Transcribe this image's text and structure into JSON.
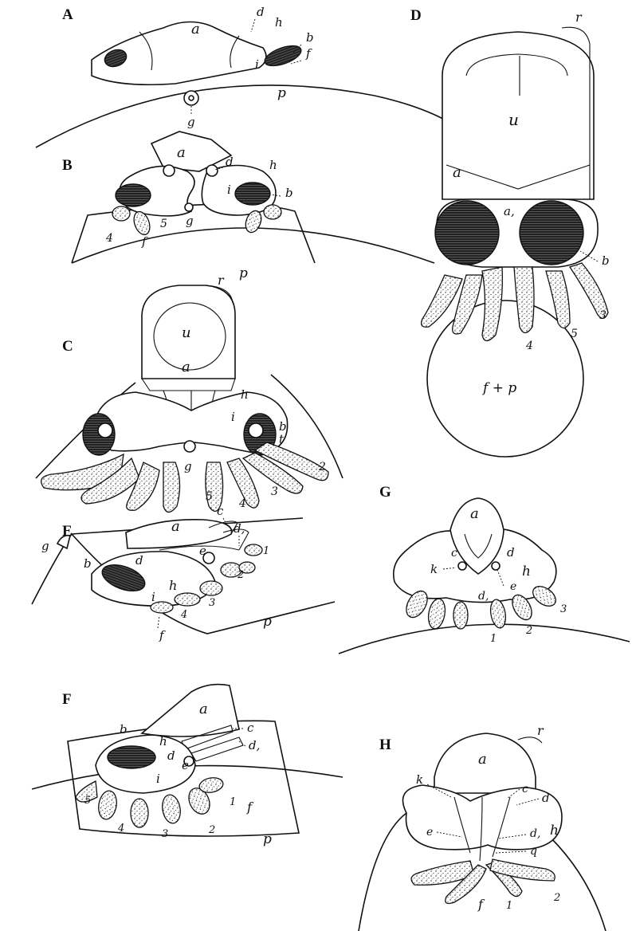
{
  "panels": {
    "A": {
      "title": "A",
      "labels": {
        "a": "a",
        "d": "d",
        "h": "h",
        "b": "b",
        "i": "i",
        "f": "f",
        "g": "g",
        "p": "p"
      }
    },
    "B": {
      "title": "B",
      "labels": {
        "a": "a",
        "d": "d",
        "h": "h",
        "b": "b",
        "i": "i",
        "g": "g",
        "f": "f",
        "p": "p",
        "n4": "4",
        "n5": "5"
      }
    },
    "C": {
      "title": "C",
      "labels": {
        "r": "r",
        "u": "u",
        "a": "a",
        "h": "h",
        "i": "i",
        "b": "b",
        "t": "t",
        "g": "g",
        "n2": "2",
        "n3": "3",
        "n4": "4",
        "n5": "5"
      }
    },
    "D": {
      "title": "D",
      "labels": {
        "r": "r",
        "u": "u",
        "a": "a",
        "a1": "a,",
        "b": "b",
        "n3": "3",
        "n4": "4",
        "n5": "5",
        "fp": "f + p"
      }
    },
    "E": {
      "title": "E",
      "labels": {
        "g": "g",
        "a": "a",
        "c": "c",
        "d1": "d,",
        "d": "d",
        "e": "e",
        "b": "b",
        "h": "h",
        "i": "i",
        "f": "f",
        "p": "p",
        "n1": "1",
        "n2": "2",
        "n3": "3",
        "n4": "4"
      }
    },
    "F": {
      "title": "F",
      "labels": {
        "a": "a",
        "b": "b",
        "h": "h",
        "c": "c",
        "d": "d",
        "d1": "d,",
        "e": "e",
        "i": "i",
        "f": "f",
        "p": "p",
        "n1": "1",
        "n2": "2",
        "n3": "3",
        "n4": "4",
        "n5": "5"
      }
    },
    "G": {
      "title": "G",
      "labels": {
        "a": "a",
        "c": "c",
        "d": "d",
        "k": "k",
        "h": "h",
        "e": "e",
        "d1": "d,",
        "n1": "1",
        "n2": "2",
        "n3": "3"
      }
    },
    "H": {
      "title": "H",
      "labels": {
        "r": "r",
        "a": "a",
        "k": "k",
        "c": "c",
        "d": "d",
        "e": "e",
        "d1": "d,",
        "h": "h",
        "q": "q",
        "f": "f",
        "n1": "1",
        "n2": "2"
      }
    }
  }
}
